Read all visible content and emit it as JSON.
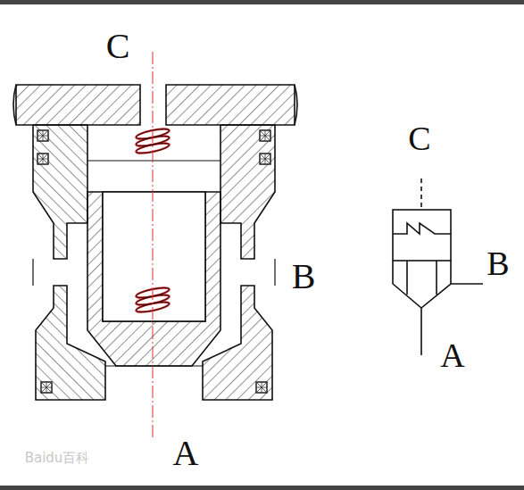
{
  "diagram": {
    "labels": [
      "C",
      "B",
      "A",
      "C",
      "B",
      "A",
      "Baidu百科"
    ]
  }
}
